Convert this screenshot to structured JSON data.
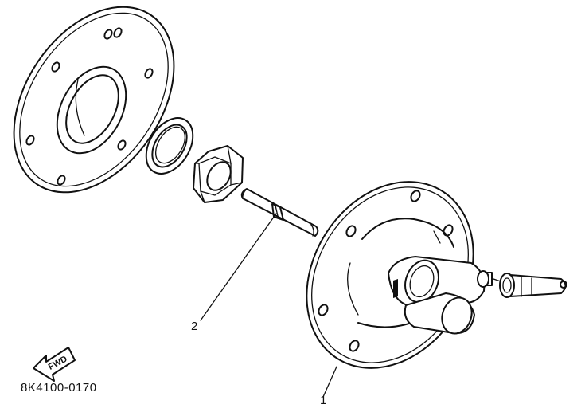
{
  "callouts": [
    {
      "number": "1"
    },
    {
      "number": "2"
    }
  ],
  "fwd_badge": {
    "text": "FWD"
  },
  "drawing_code": "8K4100-0170",
  "ink_color": "#111111"
}
